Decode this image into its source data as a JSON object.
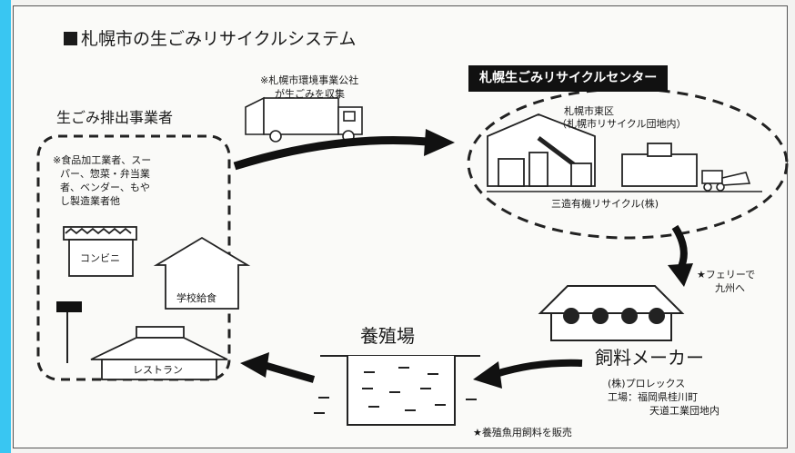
{
  "title": "札幌市の生ごみリサイクルシステム",
  "collector_note": [
    "※札幌市環境事業公社",
    "が生ごみを収集"
  ],
  "recycle_center": {
    "label": "札幌生ごみリサイクルセンター",
    "location": [
      "札幌市東区",
      "（札幌市リサイクル団地内）"
    ],
    "company": "三造有機リサイクル(株)"
  },
  "emitters": {
    "heading": "生ごみ排出事業者",
    "note": [
      "※食品加工業者、スー",
      "パー、惣菜・弁当業",
      "者、ベンダー、もや",
      "し製造業者他"
    ],
    "convenience": "コンビニ",
    "school": "学校給食",
    "restaurant": "レストラン"
  },
  "ferry_note": [
    "★フェリーで",
    "九州へ"
  ],
  "feed_maker": {
    "heading": "飼料メーカー",
    "company": "(株)プロレックス",
    "factory": "工場：福岡県桂川町",
    "factory2": "天道工業団地内"
  },
  "fish_farm": {
    "heading": "養殖場",
    "note": "★養殖魚用飼料を販売"
  }
}
